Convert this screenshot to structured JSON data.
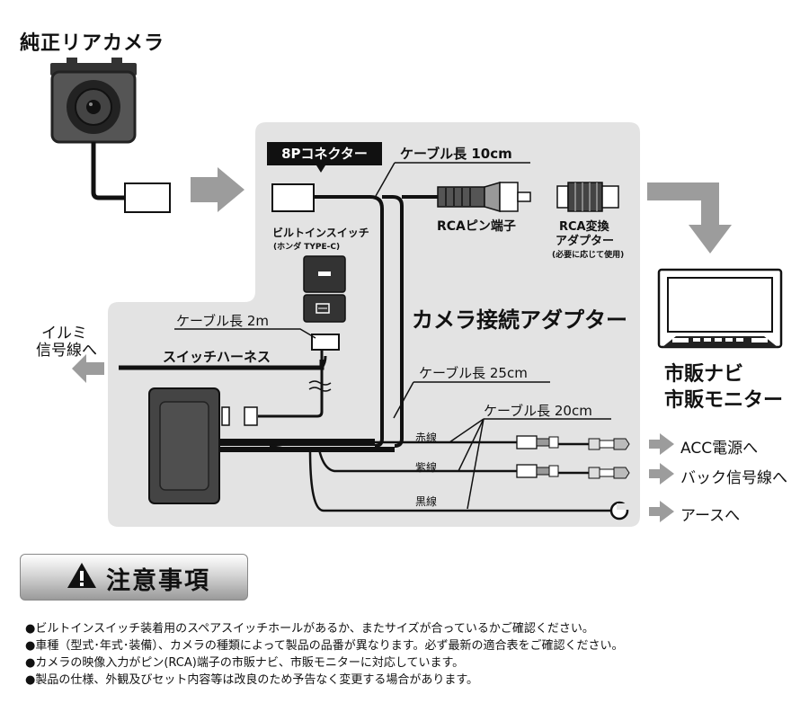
{
  "title": "純正リアカメラ",
  "labels": {
    "connector_8p": "8Pコネクター",
    "cable_10cm": "ケーブル長 10cm",
    "rca_pin": "RCAピン端子",
    "rca_adapter_1": "RCA変換",
    "rca_adapter_2": "アダプター",
    "rca_adapter_note": "(必要に応じて使用)",
    "builtin_switch": "ビルトインスイッチ",
    "builtin_switch_sub": "(ホンダ TYPE-C)",
    "cable_2m": "ケーブル長 2m",
    "switch_harness": "スイッチハーネス",
    "illumi_1": "イルミ",
    "illumi_2": "信号線へ",
    "camera_adapter": "カメラ接続アダプター",
    "cable_25cm": "ケーブル長 25cm",
    "cable_20cm": "ケーブル長 20cm",
    "red_wire": "赤線",
    "purple_wire": "紫線",
    "black_wire": "黒線",
    "acc": "ACC電源へ",
    "back": "バック信号線へ",
    "ground": "アースへ",
    "navi_1": "市販ナビ",
    "navi_2": "市販モニター"
  },
  "caution": {
    "title": "注意事項",
    "icon": "warning-triangle-icon"
  },
  "notes": [
    "●ビルトインスイッチ装着用のスペアスイッチホールがあるか、またサイズが合っているかご確認ください。",
    "●車種（型式･年式･装備）、カメラの種類によって製品の品番が異なります。必ず最新の適合表をご確認ください。",
    "●カメラの映像入力がピン(RCA)端子の市販ナビ、市販モニターに対応しています。",
    "●製品の仕様、外観及びセット内容等は改良のため予告なく変更する場合があります。"
  ],
  "colors": {
    "panel": "#e3e3e3",
    "arrow": "#9c9c9c",
    "wire": "#111111"
  }
}
